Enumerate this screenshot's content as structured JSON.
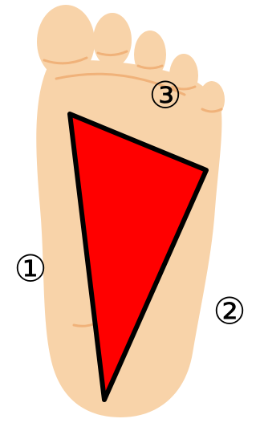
{
  "arch_labels": [
    {
      "id": "arch-1",
      "text": "①"
    },
    {
      "id": "arch-2",
      "text": "②"
    },
    {
      "id": "arch-3",
      "text": "③"
    }
  ],
  "colors": {
    "background": "#ffffff",
    "skin": "#f8d3a9",
    "skin_crease": "#f0b27a",
    "triangle_fill": "#ff0000",
    "triangle_stroke": "#000000"
  },
  "icons": {
    "foot": "foot-sole-icon",
    "triangle": "triangle-shape"
  }
}
